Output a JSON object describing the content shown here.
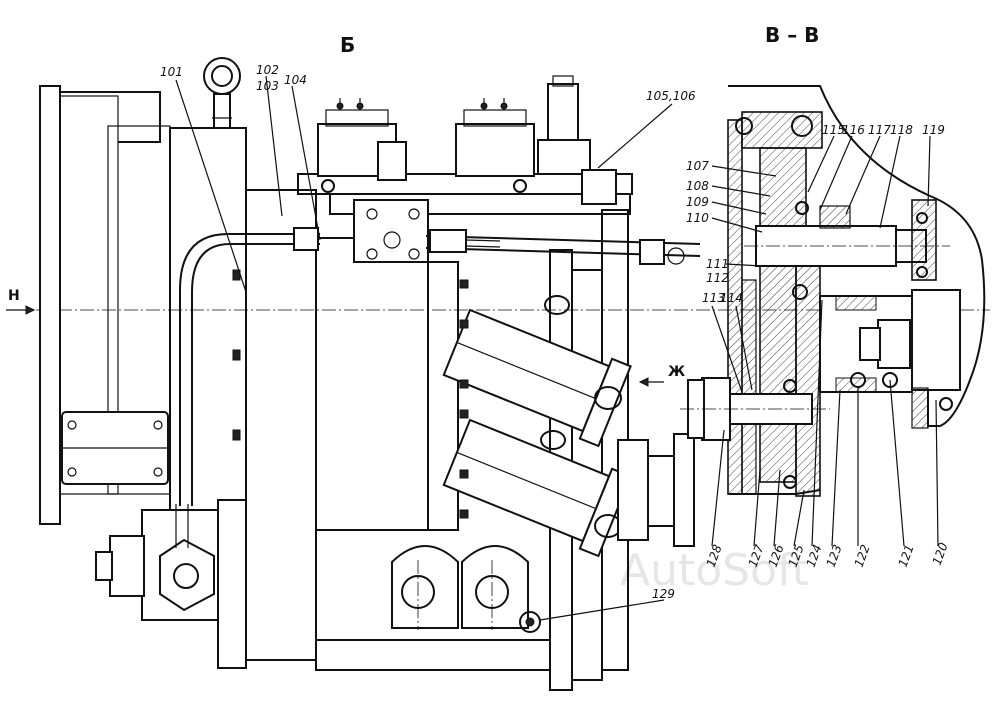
{
  "views": {
    "section_b": "Б",
    "section_vv": "В – В"
  },
  "direction_markers": {
    "h": "Н",
    "zh": "Ж"
  },
  "watermark": "AutoSoft",
  "callouts_main": [
    "101",
    "102",
    "103",
    "104",
    "105,106",
    "129"
  ],
  "callouts_section": [
    "107",
    "108",
    "109",
    "110",
    "111",
    "112",
    "113",
    "114",
    "115",
    "116",
    "117",
    "118",
    "119",
    "120",
    "121",
    "122",
    "123",
    "124",
    "125",
    "126",
    "127",
    "128"
  ]
}
